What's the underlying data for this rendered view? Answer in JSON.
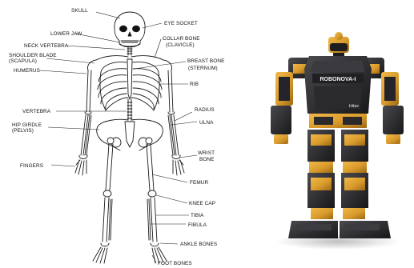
{
  "skeleton": {
    "labels": {
      "skull": "SKULL",
      "eye_socket": "EYE SOCKET",
      "lower_jaw": "LOWER JAW",
      "collar_bone": "COLLAR BONE",
      "clavicle": "(CLAVICLE)",
      "neck_vertebra": "NECK VERTEBRA",
      "shoulder_blade": "SHOULDER BLADE",
      "scapula": "(SCAPULA)",
      "breast_bone": "BREAST BONE",
      "sternum": "(STERNUM)",
      "humerus": "HUMERUS",
      "rib": "RIB",
      "vertebra": "VERTEBRA",
      "radius": "RADIUS",
      "ulna": "ULNA",
      "hip_girdle": "HIP GIRDLE",
      "pelvis": "(PELVIS)",
      "wrist": "WRIST",
      "bone": "BONE",
      "fingers": "FINGERS",
      "femur": "FEMUR",
      "knee_cap": "KNEE CAP",
      "tibia": "TIBIA",
      "fibula": "FIBULA",
      "ankle_bones": "ANKLE BONES",
      "foot_bones": "FOOT BONES"
    }
  },
  "robot": {
    "chest_text": "ROBONOVA-I",
    "brand_text": "Hitec",
    "colors": {
      "frame": "#2b2b2e",
      "accent": "#d99a2b",
      "shadow": "#151517"
    }
  }
}
